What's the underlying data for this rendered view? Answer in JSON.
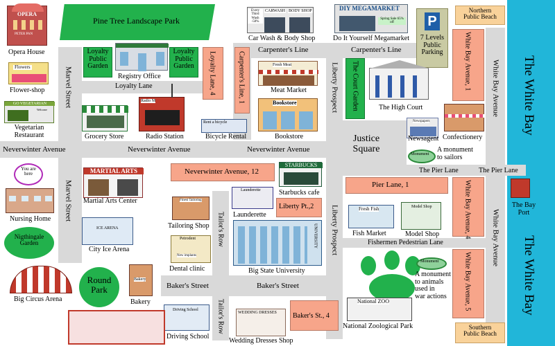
{
  "colors": {
    "road": "#d9d9d9",
    "sea": "#21b6d9",
    "park": "#22b14c",
    "block": "#f7a58a",
    "beach": "#f9d29a"
  },
  "labels": {
    "opera_house": "Opera House",
    "opera_sign": "OPERA",
    "opera_sub": "PETER PAN",
    "flower_shop": "Flower-shop",
    "flower_sign": "Flowers",
    "vegetarian_restaurant": "Vegetarian\nRestaurant",
    "go_vegetarian": "GO VEGETARIAN",
    "vegetarian_welcome": "Welcome",
    "pine_tree_park": "Pine Tree Landscape Park",
    "loyalty_public_garden_1": "Loyalty\nPublic\nGarden",
    "loyalty_public_garden_2": "Loyalty\nPublic\nGarden",
    "registry_office": "Registry Office",
    "loyalty_lane": "Loyalty Lane",
    "loyalty_lane_4": "Loyalty Lane, 4",
    "carpenters_line_1": "Carpenter's Line, 1",
    "carpenters_line_top": "Carpenter's Line",
    "carpenters_line_right": "Carpenter's Line",
    "car_wash": "Car Wash & Body Shop",
    "carwash_sign": "CARWASH",
    "body_shop_sign": "BODY SHOP",
    "carwash_offer": "Every Third Wash -50%",
    "diy_megamarket": "Do It Yourself Megamarket",
    "diy_sign": "DIY MEGAMARKET",
    "spring_sale": "Spring Sale 65% off",
    "parking_sign": "P",
    "parking": "7 Levels\nPublic\nParking",
    "northern_beach": "Northern\nPublic Beach",
    "southern_beach": "Southern\nPublic Beach",
    "white_bay_1": "The White Bay",
    "white_bay_2": "The White Bay",
    "white_bay_avenue_1": "White Bay Avenue, 1",
    "white_bay_avenue_4": "White Bay Avenue, 4",
    "white_bay_avenue_5": "White Bay Avenue, 5",
    "white_bay_avenue_upper": "White Bay  Avenue",
    "white_bay_avenue_lower": "White Bay  Avenue",
    "marvel_street_upper": "Marvel Street",
    "marvel_street_lower": "Marvel Street",
    "meat_market": "Meat Market",
    "fresh_meat": "Fresh Meat",
    "bookstore": "Bookstore",
    "bookstore_sign": "Bookstore",
    "liberty_prospect_upper": "Liberty Prospect",
    "liberty_prospect_lower": "Liberty Prospect",
    "court_garden": "The Court Garden",
    "high_court": "The High Court",
    "confectionery": "Confectionery",
    "newsagent": "Newsagent",
    "newspapers": "Newspapers",
    "grocery_store": "Grocery Store",
    "radio_station": "Radio Station",
    "radio_sign": "Radio M",
    "bicycle_rental": "Bicycle Rental",
    "rent_bicycle": "Rent a bicycle",
    "justice_square": "Justice\nSquare",
    "neverwinter_ave_1": "Neverwinter Avenue",
    "neverwinter_ave_2": "Neverwinter Avenue",
    "neverwinter_ave_3": "Neverwinter Avenue",
    "neverwinter_ave_12": "Neverwinter Avenue, 12",
    "monument_sailors": "A monument\nto sailors",
    "monument_sign": "Monument",
    "pier_lane_1": "The Pier Lane",
    "pier_lane_2": "The Pier Lane",
    "pier_lane_box": "Pier Lane, 1",
    "you_are_here": "You are\nhere",
    "nursing_home": "Nursing Home",
    "martial_arts_sign": "MARTIAL ARTS",
    "martial_arts_center": "Martial Arts Center",
    "starbucks_sign": "STARBUCKS",
    "starbucks": "Starbucks cafe",
    "launderette": "Launderette",
    "launderette_sign": "Launderette",
    "liberty_pt_2": "Liberty Pt.,2",
    "tailoring_shop": "Tailoring Shop",
    "tailoring_sign": "Finest Tailoring",
    "nightingale_garden": "Nigthingale\nGarden",
    "city_ice_arena": "City Ice Arena",
    "ice_arena_sign": "ICE ARENA",
    "tailors_row_upper": "Tailor's Row",
    "tailors_row_lower": "Tailor's Row",
    "dental_clinic": "Dental clinic",
    "petrodent": "Petrodent",
    "new_implants": "New implants",
    "big_state_university": "Big State University",
    "university_sign": "UNIVERSITY",
    "fish_market": "Fish Market",
    "fresh_fish": "Fresh Fish",
    "model_shop": "Model Shop",
    "model_shop_sign": "Model Shop",
    "bay_port": "The Bay\nPort",
    "fishermen_lane": "Fishermen Pedestrian Lane",
    "round_park": "Round\nPark",
    "bakery": "Bakery",
    "bakery_sign": "Bakery",
    "big_circus": "Big Circus Arena",
    "bakers_street_1": "Baker's Street",
    "bakers_street_2": "Baker's Street",
    "bakers_st_4": "Baker's St., 4",
    "monument_animals": "A monument\nto animals\nused in\nwar actions",
    "zoo_sign": "National ZOO",
    "national_zoo": "National Zoological Park",
    "driving_school": "Driving School",
    "driving_sign": "Driving School",
    "wedding_sign": "WEDDING DRESSES",
    "wedding_shop": "Wedding Dresses Shop"
  }
}
